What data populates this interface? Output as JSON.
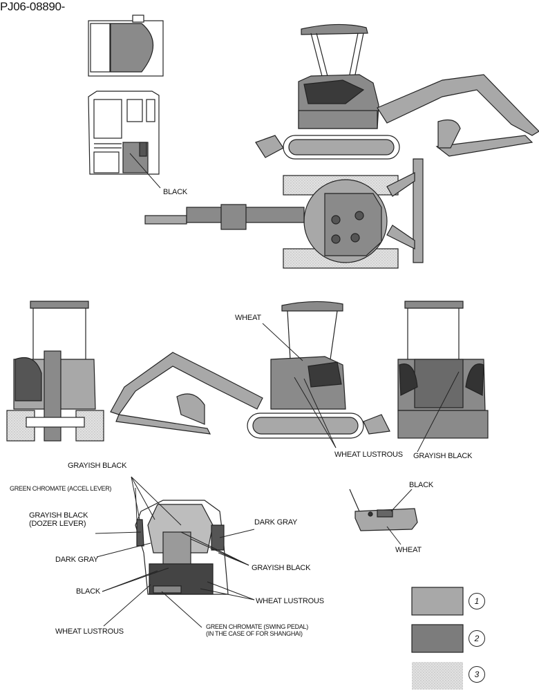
{
  "doc_code": "PJ06-08890-",
  "colors": {
    "color_1": "#a8a8a8",
    "color_2": "#7c7c7c",
    "color_3": "#d4d4d4",
    "line": "#222222"
  },
  "labels": {
    "cab_black": "BLACK",
    "wheat_front": "WHEAT",
    "wheat_lustrous_side": "WHEAT LUSTROUS",
    "grayish_black_rear": "GRAYISH BLACK",
    "grayish_black_top": "GRAYISH BLACK",
    "green_chromate_accel": "GREEN CHROMATE (ACCEL LEVER)",
    "grayish_black_dozer": "GRAYISH BLACK\n(DOZER LEVER)",
    "dark_gray_left": "DARK GRAY",
    "black_left": "BLACK",
    "wheat_lustrous_bottom": "WHEAT LUSTROUS",
    "dark_gray_right": "DARK GRAY",
    "grayish_black_right": "GRAYISH BLACK",
    "wheat_lustrous_right": "WHEAT LUSTROUS",
    "green_chromate_swing": "GREEN CHROMATE (SWING PEDAL)\n(IN THE CASE OF FOR SHANGHAI)",
    "black_tank": "BLACK",
    "wheat_tank": "WHEAT"
  },
  "legend": [
    {
      "number": "1",
      "color": "#a8a8a8"
    },
    {
      "number": "2",
      "color": "#7c7c7c"
    },
    {
      "number": "3",
      "color": "#d4d4d4"
    }
  ]
}
